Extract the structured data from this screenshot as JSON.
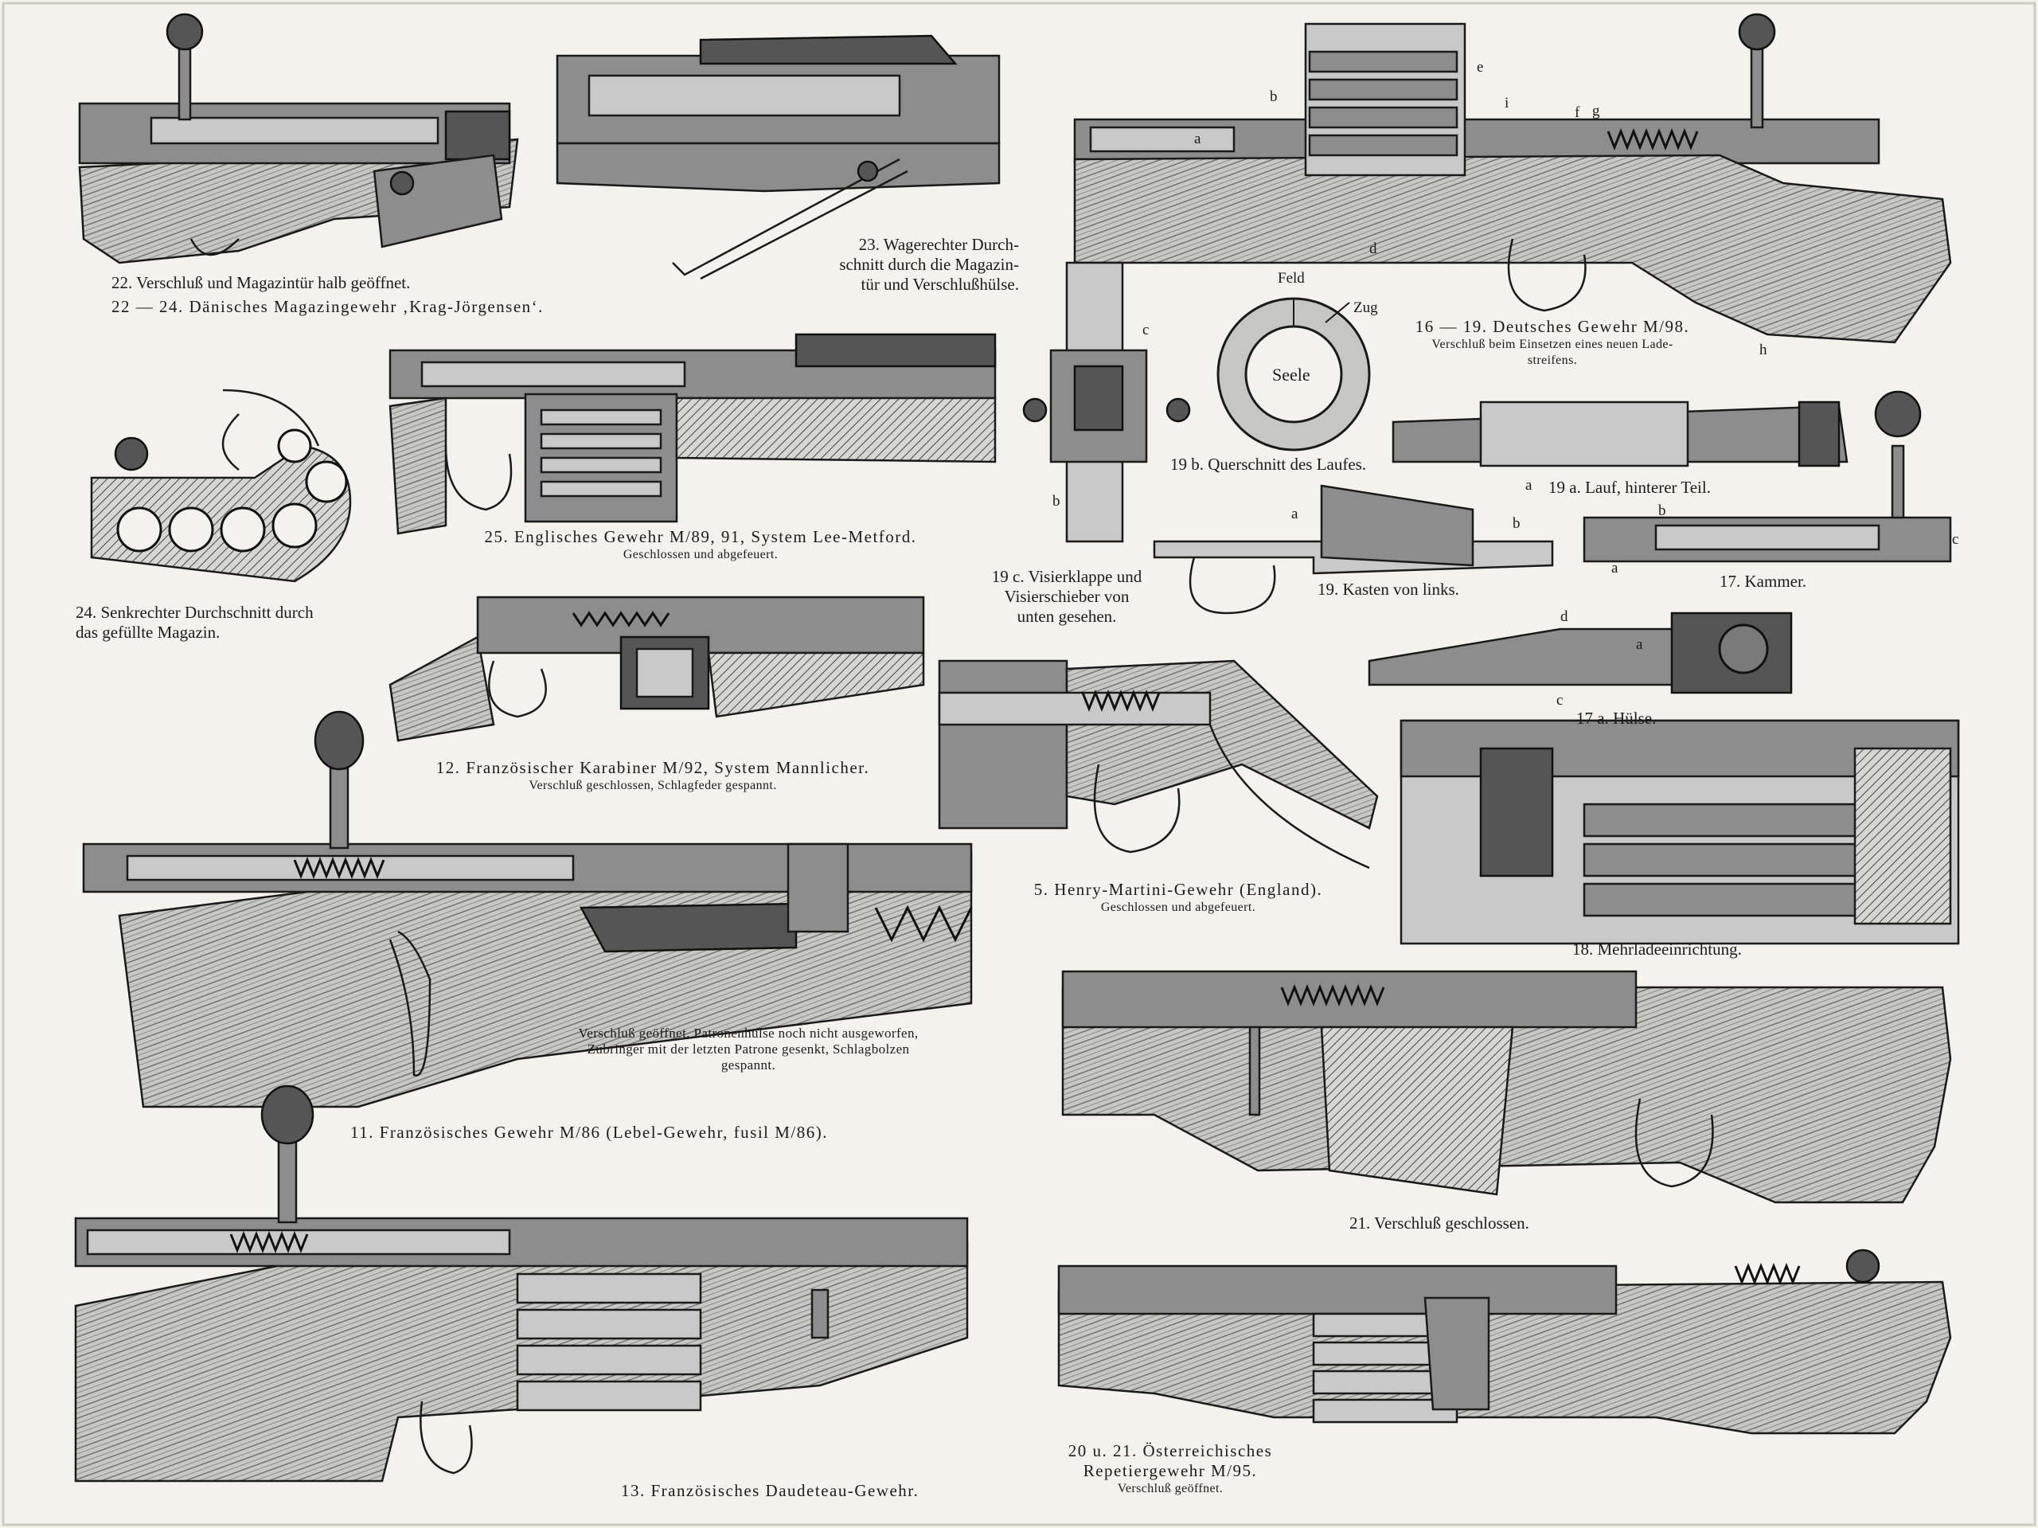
{
  "captions": {
    "fig22": "22. Verschluß und Magazintür halb geöffnet.",
    "fig22_24": "22 — 24. Dänisches Magazingewehr ‚Krag-Jörgensen‘.",
    "fig23_l1": "23. Wagerechter Durch-",
    "fig23_l2": "schnitt durch die Magazin-",
    "fig23_l3": "tür und Verschlußhülse.",
    "fig24_l1": "24. Senkrechter Durchschnitt durch",
    "fig24_l2": "das gefüllte Magazin.",
    "fig25_title": "25. Englisches Gewehr M/89, 91, System Lee-Metford.",
    "fig25_sub": "Geschlossen und abgefeuert.",
    "fig12_title": "12. Französischer Karabiner M/92, System Mannlicher.",
    "fig12_sub": "Verschluß geschlossen, Schlagfeder gespannt.",
    "fig11_note_l1": "Verschluß geöffnet, Patronenhülse noch nicht ausgeworfen,",
    "fig11_note_l2": "Zubringer mit der letzten Patrone gesenkt, Schlagbolzen",
    "fig11_note_l3": "gespannt.",
    "fig11_title": "11. Französisches Gewehr M/86 (Lebel-Gewehr, fusil M/86).",
    "fig13_title": "13. Französisches Daudeteau-Gewehr.",
    "fig16_19_title": "16 — 19. Deutsches Gewehr M/98.",
    "fig16_19_sub_l1": "Verschluß beim Einsetzen eines neuen Lade-",
    "fig16_19_sub_l2": "streifens.",
    "fig19b": "19 b. Querschnitt des Laufes.",
    "fig19a": "19 a. Lauf, hinterer Teil.",
    "fig19c_l1": "19 c. Visierklappe und",
    "fig19c_l2": "Visierschieber von",
    "fig19c_l3": "unten gesehen.",
    "fig19": "19. Kasten von links.",
    "fig17": "17. Kammer.",
    "fig17a": "17 a. Hülse.",
    "fig5_title": "5. Henry-Martini-Gewehr (England).",
    "fig5_sub": "Geschlossen und abgefeuert.",
    "fig18": "18. Mehrladeeinrichtung.",
    "fig21": "21. Verschluß geschlossen.",
    "fig20_l1": "20 u. 21. Österreichisches",
    "fig20_l2": "Repetiergewehr M/95.",
    "fig20_sub": "Verschluß geöffnet."
  },
  "labels": {
    "feld": "Feld",
    "zug": "Zug",
    "seele": "Seele",
    "a": "a",
    "b": "b",
    "c": "c",
    "d": "d",
    "e": "e",
    "f": "f",
    "g": "g",
    "h": "h",
    "i": "i"
  },
  "colors": {
    "paper": "#f4f2ec",
    "ink": "#1a1a1a",
    "metal": "#8d8d8d"
  }
}
